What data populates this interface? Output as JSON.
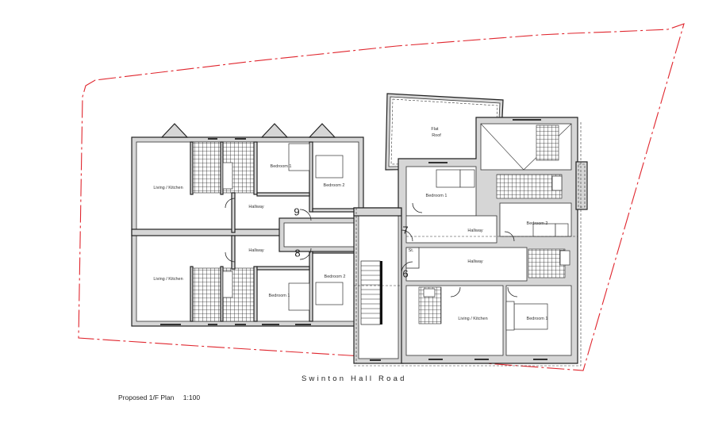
{
  "drawing": {
    "title": "Proposed 1/F Plan",
    "scale": "1:100",
    "road_name": "Swinton Hall Road",
    "colors": {
      "site_boundary": "#e0262e",
      "wall_fill": "#d6d6d6",
      "linework": "#222222",
      "background": "#ffffff"
    }
  },
  "flats": [
    {
      "number": "9",
      "rooms": [
        {
          "label": "Living / Kitchen"
        },
        {
          "label": "Bedroom 1"
        },
        {
          "label": "Bedroom 2"
        },
        {
          "label": "Hallway"
        }
      ]
    },
    {
      "number": "8",
      "rooms": [
        {
          "label": "Living / Kitchen"
        },
        {
          "label": "Hallway"
        },
        {
          "label": "Bedroom 1"
        },
        {
          "label": "Bedroom 2"
        }
      ]
    },
    {
      "number": "7",
      "rooms": [
        {
          "label": "Bedroom 1"
        },
        {
          "label": "Hallway"
        },
        {
          "label": "Bedroom 2"
        }
      ]
    },
    {
      "number": "6",
      "rooms": [
        {
          "label": "Hallway"
        },
        {
          "label": "Living / Kitchen"
        },
        {
          "label": "Bedroom 1"
        },
        {
          "label": "St."
        }
      ]
    }
  ],
  "other_labels": {
    "flat_roof_line1": "Flat",
    "flat_roof_line2": "Roof"
  }
}
